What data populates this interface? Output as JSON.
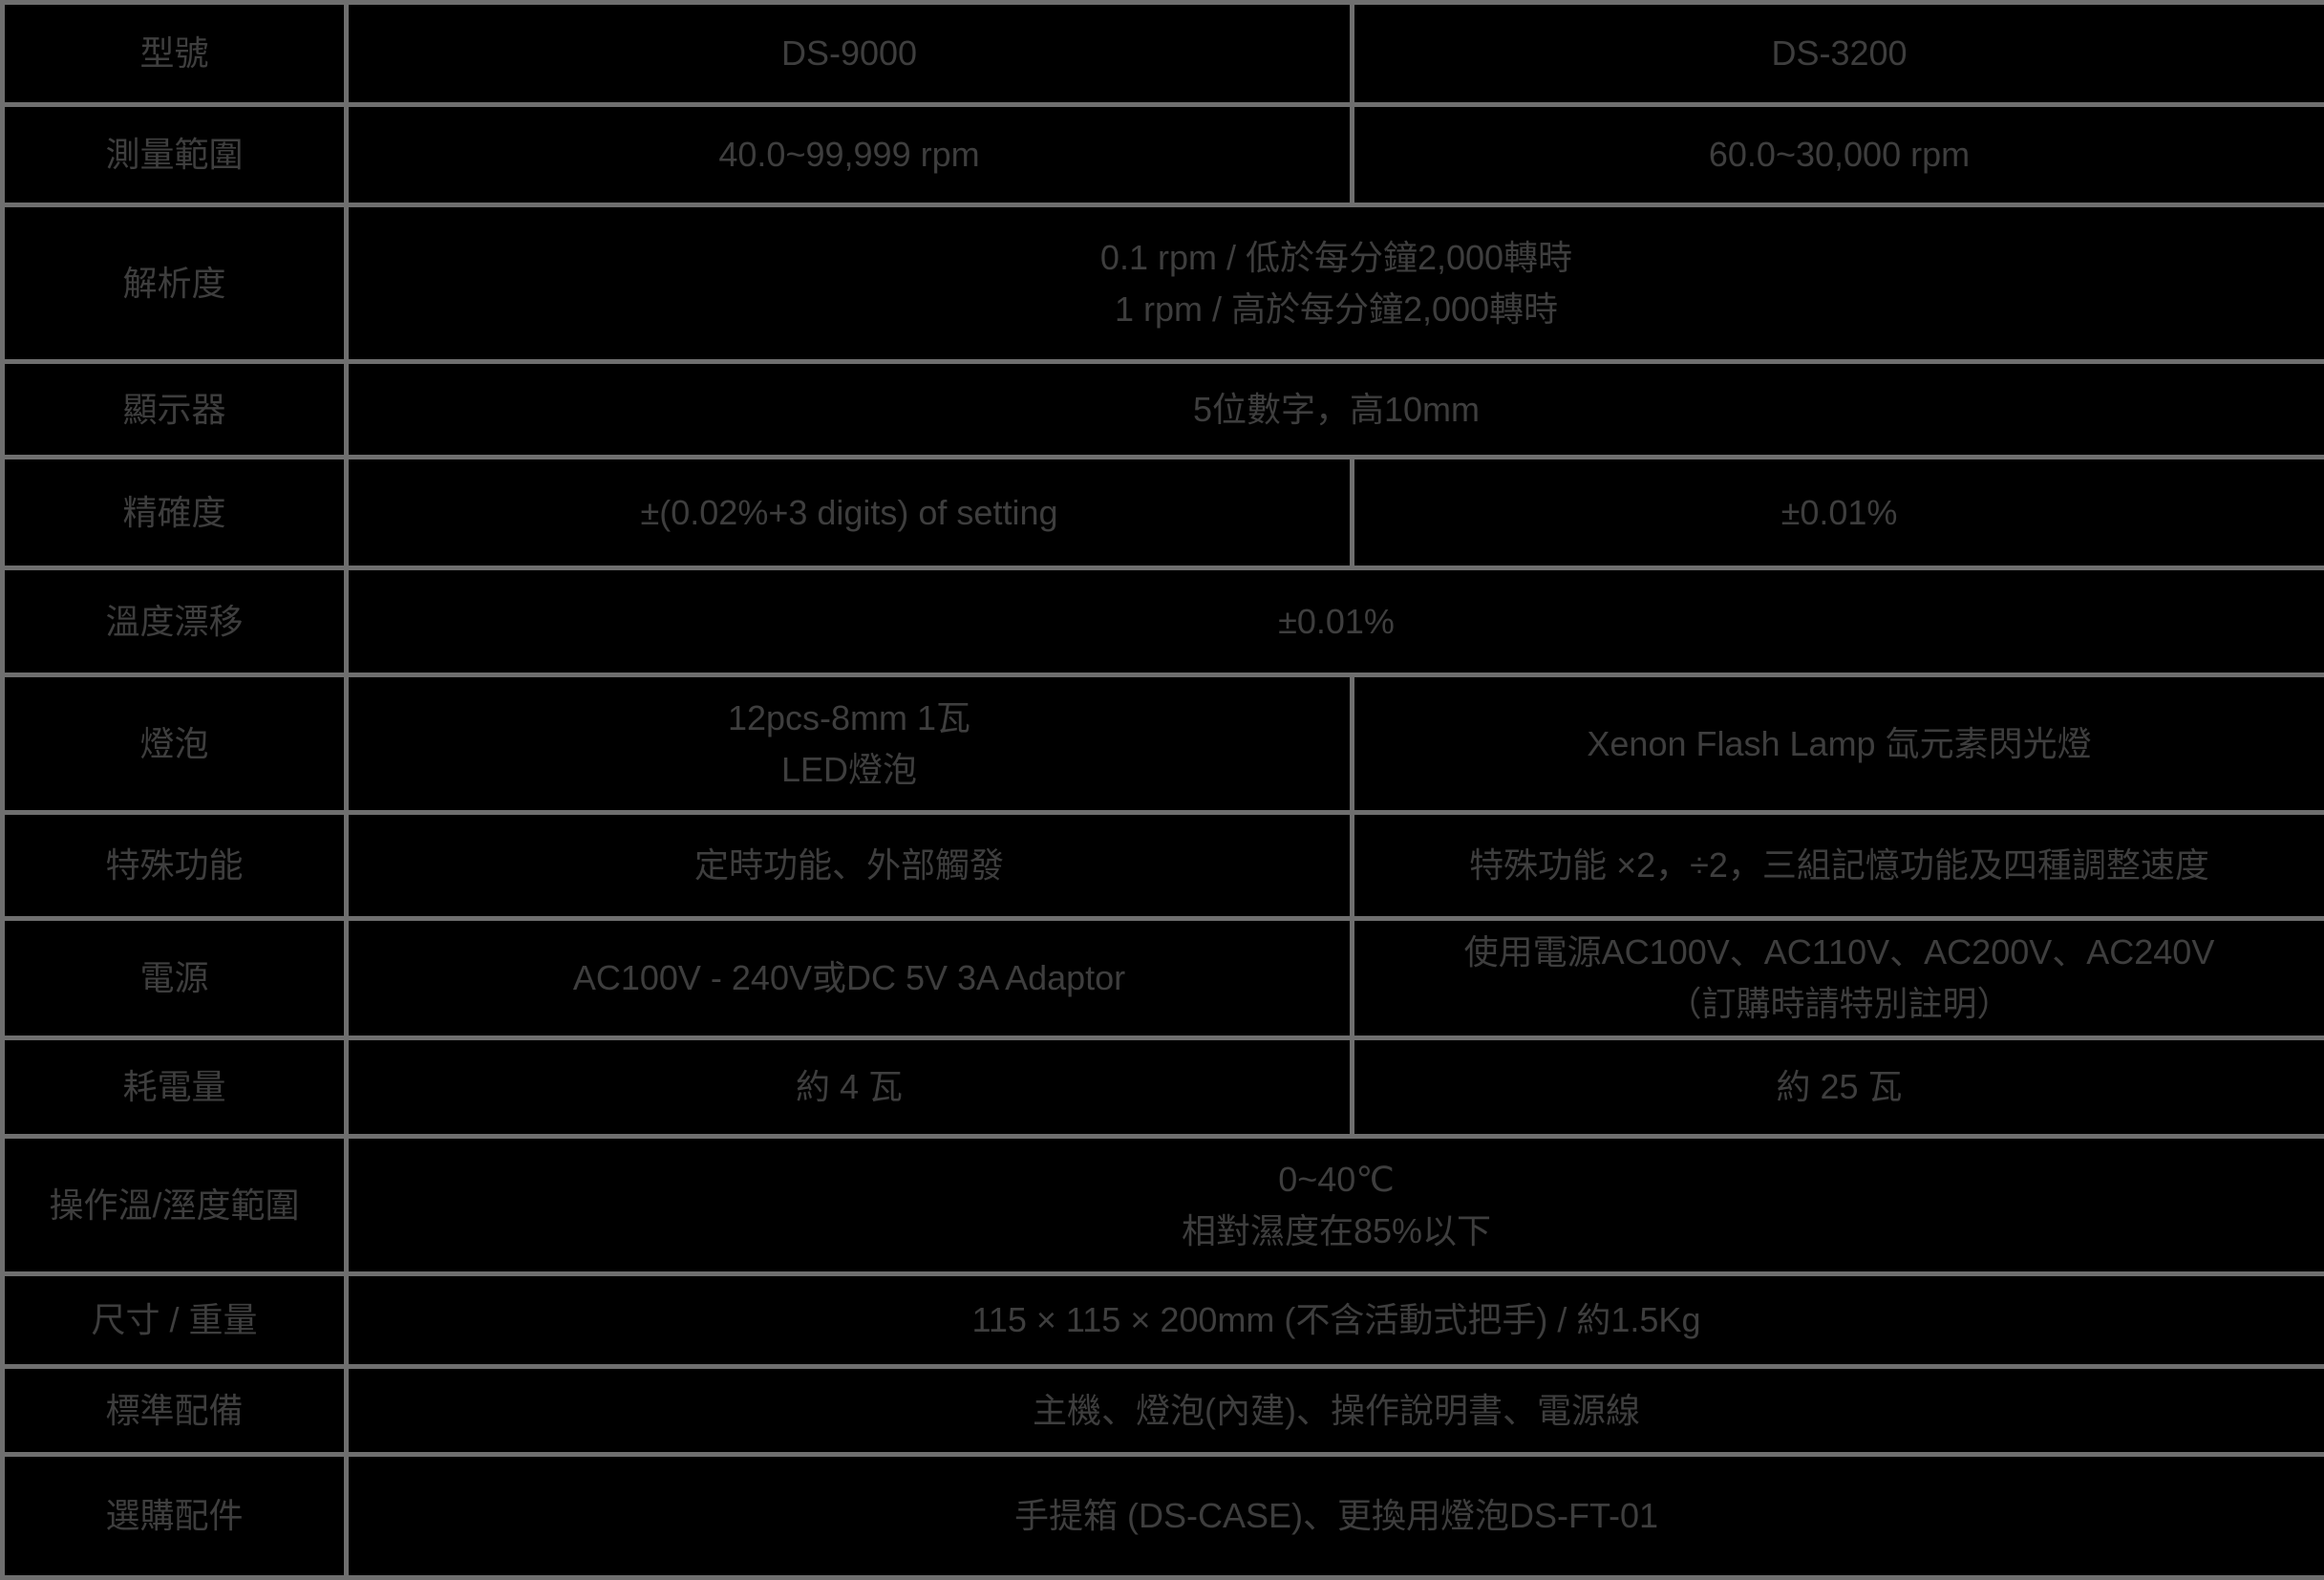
{
  "table": {
    "colors": {
      "background": "#000000",
      "border": "#6f6f6f",
      "text": "#3e3e3e"
    },
    "rows": [
      {
        "label": "型號",
        "cells": [
          {
            "lines": [
              "DS-9000"
            ]
          },
          {
            "lines": [
              "DS-3200"
            ]
          }
        ]
      },
      {
        "label": "測量範圍",
        "cells": [
          {
            "lines": [
              "40.0~99,999 rpm"
            ]
          },
          {
            "lines": [
              "60.0~30,000 rpm"
            ]
          }
        ]
      },
      {
        "label": "解析度",
        "cells": [
          {
            "lines": [
              "0.1 rpm / 低於每分鐘2,000轉時",
              "1 rpm / 高於每分鐘2,000轉時"
            ]
          }
        ]
      },
      {
        "label": "顯示器",
        "cells": [
          {
            "lines": [
              "5位數字，高10mm"
            ]
          }
        ]
      },
      {
        "label": "精確度",
        "cells": [
          {
            "lines": [
              "±(0.02%+3 digits) of setting"
            ]
          },
          {
            "lines": [
              "±0.01%"
            ]
          }
        ]
      },
      {
        "label": "溫度漂移",
        "cells": [
          {
            "lines": [
              "±0.01%"
            ]
          }
        ]
      },
      {
        "label": "燈泡",
        "cells": [
          {
            "lines": [
              "12pcs-8mm 1瓦",
              "LED燈泡"
            ]
          },
          {
            "lines": [
              "Xenon Flash Lamp 氙元素閃光燈"
            ]
          }
        ]
      },
      {
        "label": "特殊功能",
        "cells": [
          {
            "lines": [
              "定時功能、外部觸發"
            ]
          },
          {
            "lines": [
              "特殊功能 ×2，÷2，三組記憶功能及四種調整速度"
            ]
          }
        ]
      },
      {
        "label": "電源",
        "cells": [
          {
            "lines": [
              "AC100V - 240V或DC 5V 3A Adaptor"
            ]
          },
          {
            "lines": [
              "使用電源AC100V、AC110V、AC200V、AC240V",
              "（訂購時請特別註明）"
            ]
          }
        ]
      },
      {
        "label": "耗電量",
        "cells": [
          {
            "lines": [
              "約 4 瓦"
            ]
          },
          {
            "lines": [
              "約 25 瓦"
            ]
          }
        ]
      },
      {
        "label": "操作溫/溼度範圍",
        "cells": [
          {
            "lines": [
              "0~40℃",
              "相對濕度在85%以下"
            ]
          }
        ]
      },
      {
        "label": "尺寸 / 重量",
        "cells": [
          {
            "lines": [
              "115 × 115 × 200mm (不含活動式把手) / 約1.5Kg"
            ]
          }
        ]
      },
      {
        "label": "標準配備",
        "cells": [
          {
            "lines": [
              "主機、燈泡(內建)、操作說明書、電源線"
            ]
          }
        ]
      },
      {
        "label": "選購配件",
        "cells": [
          {
            "lines": [
              "手提箱 (DS-CASE)、更換用燈泡DS-FT-01"
            ]
          }
        ]
      }
    ]
  }
}
